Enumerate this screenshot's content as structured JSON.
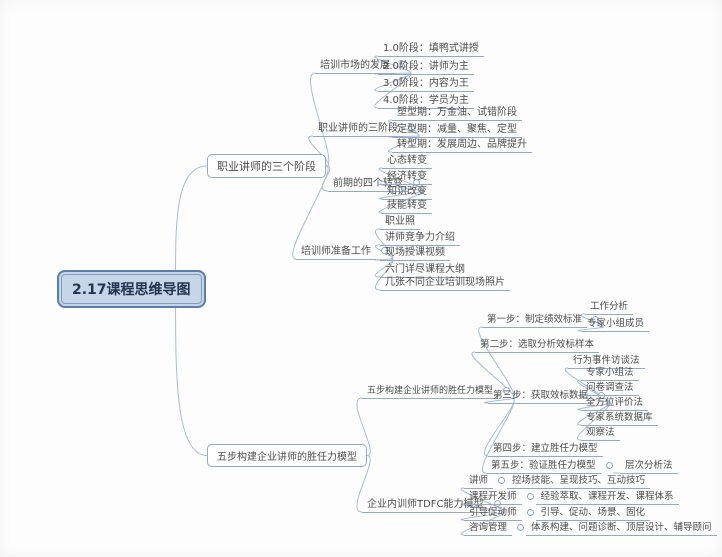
{
  "root": {
    "label": "2.17课程思维导图"
  },
  "branches": [
    {
      "label": "职业讲师的三个阶段",
      "topics": [
        {
          "label": "培训市场的发展",
          "items": [
            {
              "label": "1.0阶段：填鸭式讲授"
            },
            {
              "label": "2.0阶段：讲师为主"
            },
            {
              "label": "3.0阶段：内容为王"
            },
            {
              "label": "4.0阶段：学员为主"
            }
          ]
        },
        {
          "label": "职业讲师的三阶段",
          "items": [
            {
              "label": "塑型期：万金油、试错阶段"
            },
            {
              "label": "定型期：减量、聚焦、定型"
            },
            {
              "label": "转型期：发展周边、品牌提升"
            }
          ]
        },
        {
          "label": "前期的四个转变",
          "items": [
            {
              "label": "心态转变"
            },
            {
              "label": "经济转变"
            },
            {
              "label": "知识改变"
            },
            {
              "label": "技能转变"
            }
          ]
        },
        {
          "label": "培训师准备工作",
          "items": [
            {
              "label": "职业照"
            },
            {
              "label": "讲师竞争力介绍"
            },
            {
              "label": "现场授课视频"
            },
            {
              "label": "六门详尽课程大纲"
            },
            {
              "label": "几张不同企业培训现场照片"
            }
          ]
        }
      ]
    },
    {
      "label": "五步构建企业讲师的胜任力模型",
      "topics": [
        {
          "label": "五步构建企业讲师的胜任力模型",
          "items": [
            {
              "label": "第一步：制定绩效标准",
              "children": [
                {
                  "label": "工作分析"
                },
                {
                  "label": "专家小组成员"
                }
              ]
            },
            {
              "label": "第二步：选取分析效标样本"
            },
            {
              "label": "第三步：获取效标数据",
              "children": [
                {
                  "label": "行为事件访谈法"
                },
                {
                  "label": "专家小组法"
                },
                {
                  "label": "问卷调查法"
                },
                {
                  "label": "全方位评价法"
                },
                {
                  "label": "专家系统数据库"
                },
                {
                  "label": "观察法"
                }
              ]
            },
            {
              "label": "第四步：建立胜任力模型"
            },
            {
              "label": "第五步：验证胜任力模型",
              "children": [
                {
                  "label": "层次分析法"
                }
              ]
            }
          ]
        },
        {
          "label": "企业内训师TDFC能力模型",
          "items": [
            {
              "label": "讲师",
              "detail": "控场技能、呈现技巧、互动技巧"
            },
            {
              "label": "课程开发师",
              "detail": "经验萃取、课程开发、课程体系"
            },
            {
              "label": "引导促动师",
              "detail": "引导、促动、场景、固化"
            },
            {
              "label": "咨询管理",
              "detail": "体系构建、问题诊断、顶层设计、辅导顾问"
            }
          ]
        }
      ]
    }
  ],
  "colors": {
    "line": "#a9bdd4",
    "node_border": "#91aac8",
    "text": "#4d4d4d",
    "root_fill": "#c7d5e8",
    "root_border": "#5b7fab",
    "root_text": "#26354f"
  }
}
